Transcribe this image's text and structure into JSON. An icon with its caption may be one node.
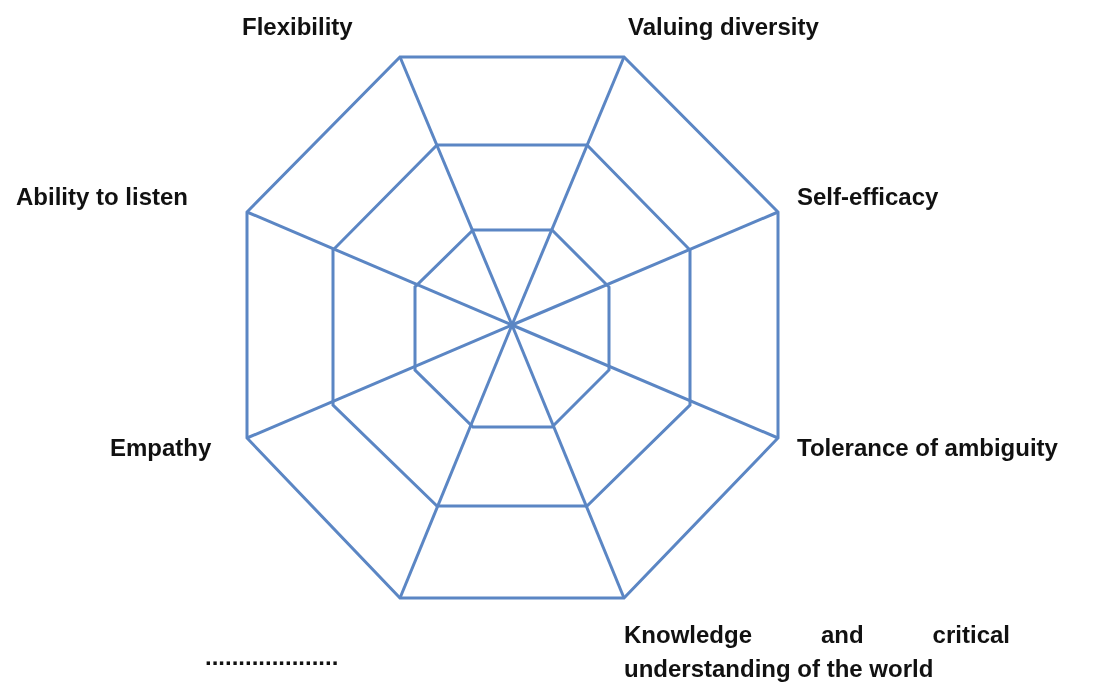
{
  "diagram": {
    "labels": [
      "Flexibility",
      "Valuing diversity",
      "Ability to listen",
      "Self-efficacy",
      "Empathy",
      "Tolerance of ambiguity",
      "Knowledge and critical understanding of the world",
      "...................."
    ]
  }
}
